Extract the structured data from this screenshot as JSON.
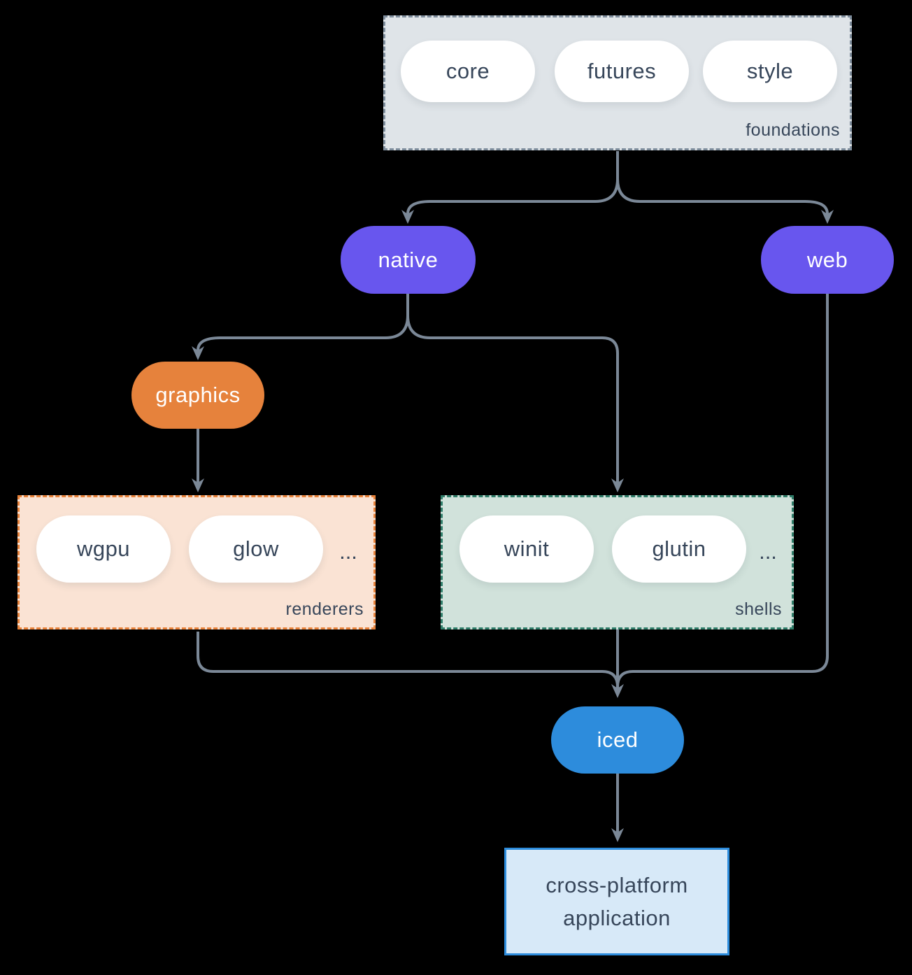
{
  "colors": {
    "background": "#000000",
    "connector": "#7b8897",
    "foundations_fill": "#dfe4e8",
    "foundations_border": "#7e8d9c",
    "purple_node": "#6856ee",
    "orange_node": "#e6823c",
    "renderers_fill": "#fae3d4",
    "renderers_border": "#e8823a",
    "shells_fill": "#d1e2db",
    "shells_border": "#2f7d69",
    "iced_blue": "#2d8cdc",
    "app_fill": "#d7e9f8",
    "app_border": "#2d8cdc",
    "pill_fill": "#ffffff",
    "text_dark": "#37465a",
    "text_light": "#ffffff"
  },
  "nodes": {
    "foundations": {
      "label": "foundations",
      "pills": [
        "core",
        "futures",
        "style"
      ]
    },
    "native": {
      "label": "native"
    },
    "web": {
      "label": "web"
    },
    "graphics": {
      "label": "graphics"
    },
    "renderers": {
      "label": "renderers",
      "pills": [
        "wgpu",
        "glow"
      ],
      "ellipsis": "..."
    },
    "shells": {
      "label": "shells",
      "pills": [
        "winit",
        "glutin"
      ],
      "ellipsis": "..."
    },
    "iced": {
      "label": "iced"
    },
    "application": {
      "lines": [
        "cross-platform",
        "application"
      ]
    }
  }
}
